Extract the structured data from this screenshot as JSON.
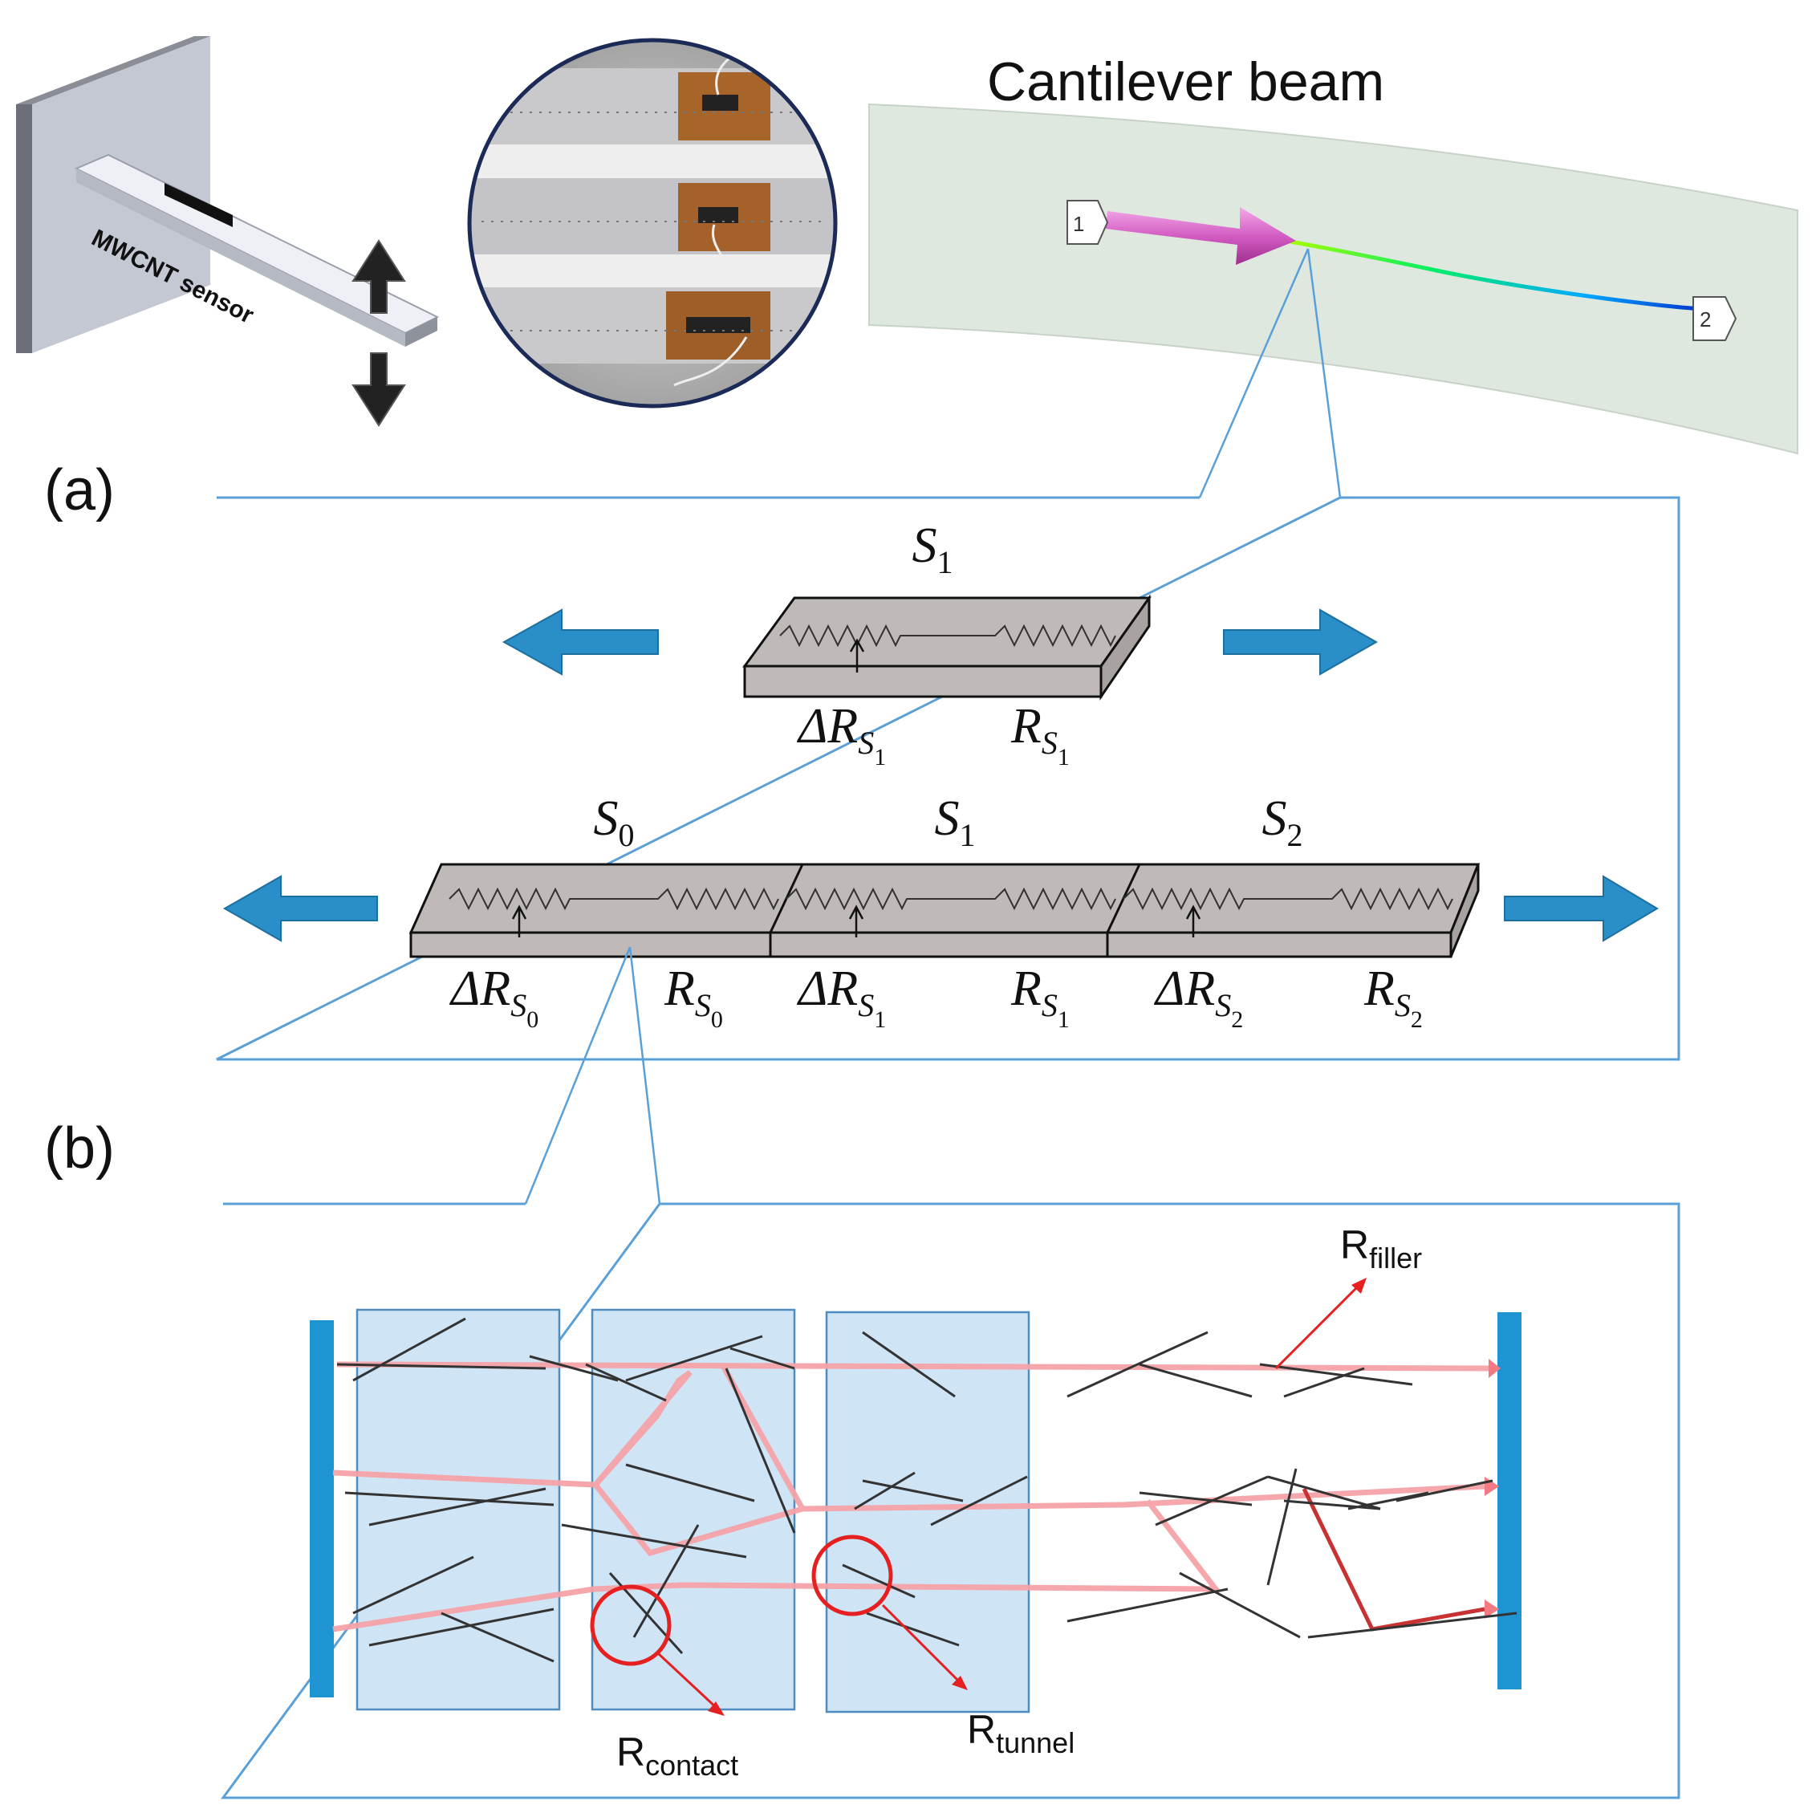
{
  "top": {
    "beam_title": "Cantilever beam",
    "sensor_label": "MWCNT sensor",
    "node_start": "1",
    "node_end": "2"
  },
  "panel_a": {
    "label": "(a)",
    "single_segment": {
      "name_main": "S",
      "name_sub": "1",
      "delta_main": "ΔR",
      "delta_sub1": "S",
      "delta_sub2": "1",
      "r_main": "R",
      "r_sub1": "S",
      "r_sub2": "1"
    },
    "segments": [
      {
        "name_main": "S",
        "name_sub": "0",
        "delta_main": "ΔR",
        "delta_sub1": "S",
        "delta_sub2": "0",
        "r_main": "R",
        "r_sub1": "S",
        "r_sub2": "0"
      },
      {
        "name_main": "S",
        "name_sub": "1",
        "delta_main": "ΔR",
        "delta_sub1": "S",
        "delta_sub2": "1",
        "r_main": "R",
        "r_sub1": "S",
        "r_sub2": "1"
      },
      {
        "name_main": "S",
        "name_sub": "2",
        "delta_main": "ΔR",
        "delta_sub1": "S",
        "delta_sub2": "2",
        "r_main": "R",
        "r_sub1": "S",
        "r_sub2": "2"
      }
    ]
  },
  "panel_b": {
    "label": "(b)",
    "r_filler_main": "R",
    "r_filler_sub": "filler",
    "r_contact_main": "R",
    "r_contact_sub": "contact",
    "r_tunnel_main": "R",
    "r_tunnel_sub": "tunnel"
  },
  "colors": {
    "frame": "#5aa0d8",
    "blue_arrow": "#2a8fc8",
    "electrode": "#1e94d2",
    "window": "#cfe4f5",
    "conduction_path": "#f5a3a8",
    "red_marker": "#e52020",
    "beam_fill": "#dfe8df",
    "block_fill": "#bfbab8",
    "force_arrow": "#d977c8"
  }
}
